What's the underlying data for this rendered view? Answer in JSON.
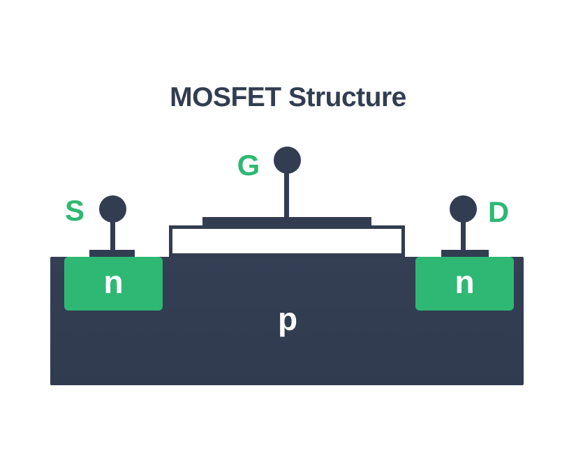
{
  "title": "MOSFET Structure",
  "colors": {
    "navy": "#323D51",
    "green": "#2EB873",
    "text_light": "#FFFFFF",
    "background": "#FFFFFF"
  },
  "diagram": {
    "terminals": {
      "gate": {
        "label": "G"
      },
      "source": {
        "label": "S"
      },
      "drain": {
        "label": "D"
      }
    },
    "regions": {
      "source_n": {
        "label": "n"
      },
      "drain_n": {
        "label": "n"
      },
      "substrate": {
        "label": "p"
      }
    }
  }
}
